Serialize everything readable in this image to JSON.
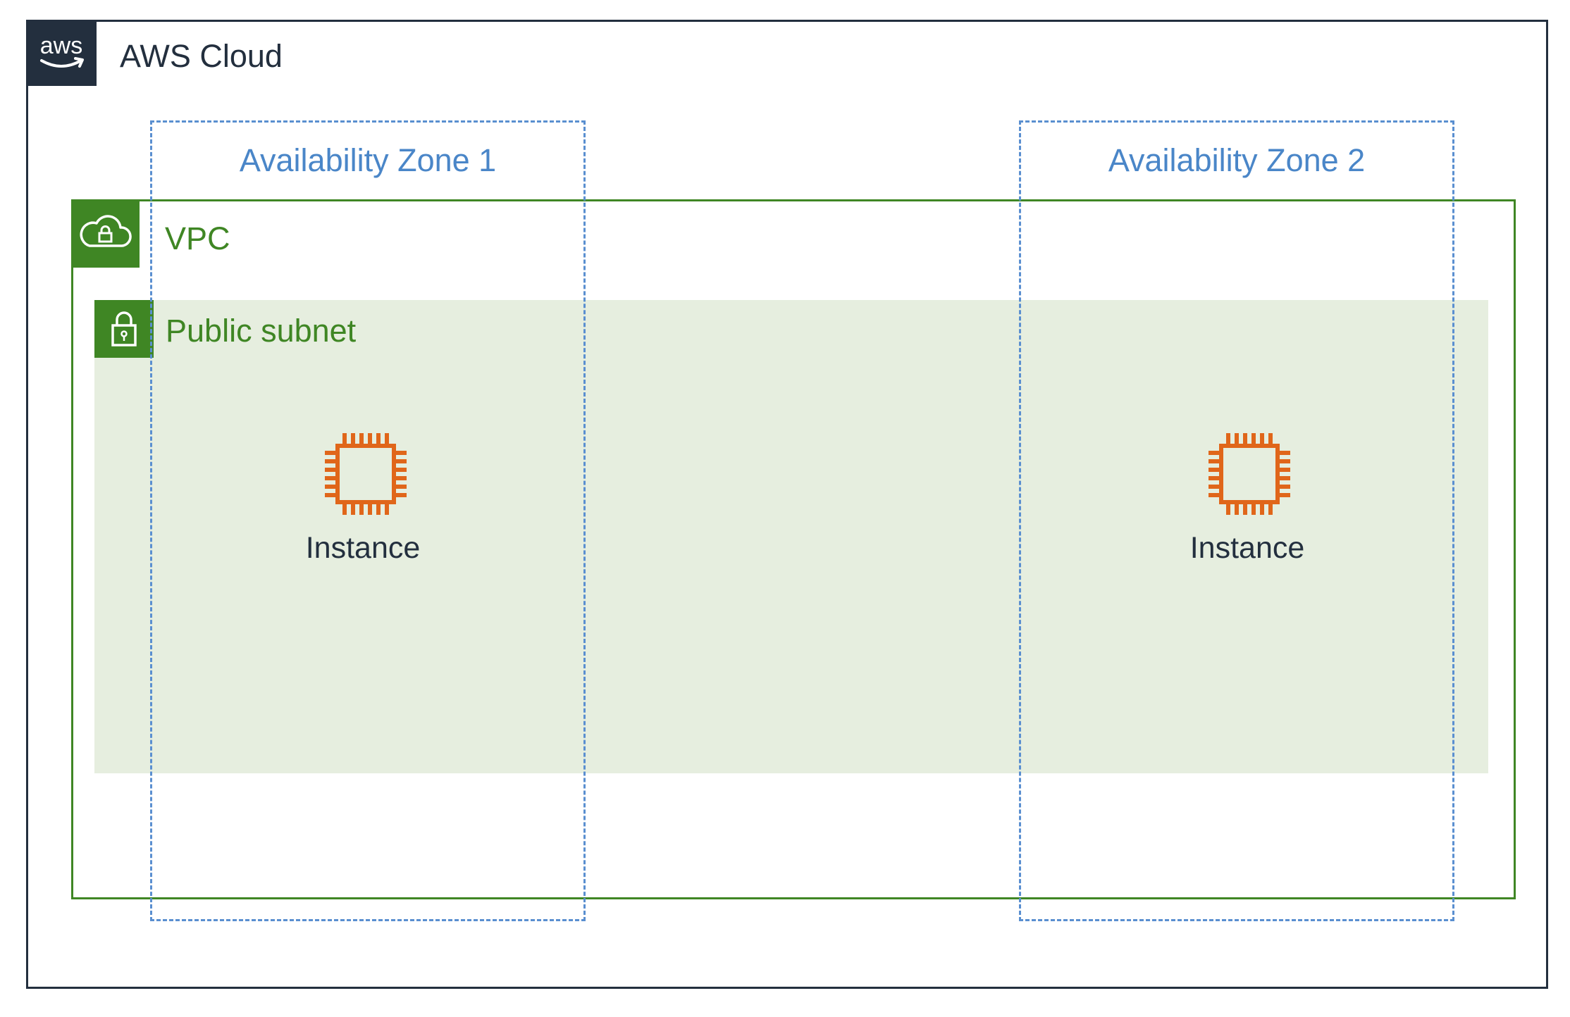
{
  "cloud": {
    "logo_text": "aws",
    "title": "AWS Cloud",
    "logo_icon": "aws-logo-icon"
  },
  "vpc": {
    "title": "VPC",
    "icon": "vpc-cloud-lock-icon"
  },
  "subnet": {
    "title": "Public subnet",
    "icon": "padlock-icon"
  },
  "availability_zones": [
    {
      "title": "Availability Zone 1"
    },
    {
      "title": "Availability Zone 2"
    }
  ],
  "instances": [
    {
      "label": "Instance",
      "icon": "ec2-instance-chip-icon"
    },
    {
      "label": "Instance",
      "icon": "ec2-instance-chip-icon"
    }
  ],
  "colors": {
    "cloud": "#232f3e",
    "vpc": "#3f8624",
    "subnet_fill": "#e6eedf",
    "az_border": "#5a8fd0",
    "instance": "#e0661a"
  }
}
